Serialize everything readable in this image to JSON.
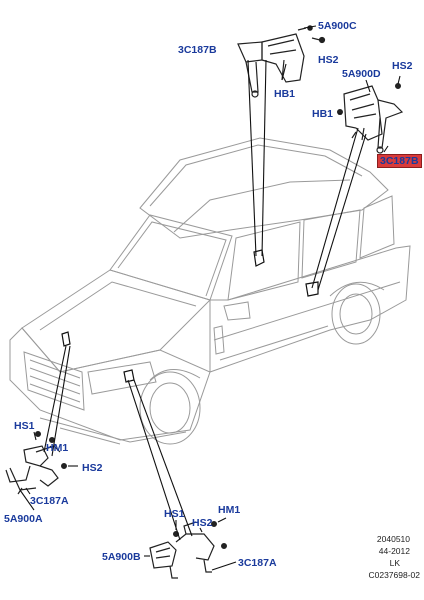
{
  "labels": {
    "top": {
      "part_5a900c": "5A900C",
      "part_3c187b": "3C187B",
      "hs2": "HS2",
      "hb1": "HB1"
    },
    "right": {
      "hs2": "HS2",
      "part_5a900d": "5A900D",
      "hb1": "HB1",
      "part_3c187b_highlight": "3C187B"
    },
    "left": {
      "hs1": "HS1",
      "hm1": "HM1",
      "hs2": "HS2",
      "part_3c187a": "3C187A",
      "part_5a900a": "5A900A"
    },
    "bottom": {
      "hs1": "HS1",
      "hm1": "HM1",
      "hs2": "HS2",
      "part_5a900b": "5A900B",
      "part_3c187a": "3C187A"
    }
  },
  "reference": {
    "code": "2040510",
    "date": "44-2012",
    "initials": "LK",
    "drawing_number": "C0237698-02"
  },
  "colors": {
    "label": "#1a3a9c",
    "highlight": "#d93a3a",
    "line": "#111111"
  }
}
